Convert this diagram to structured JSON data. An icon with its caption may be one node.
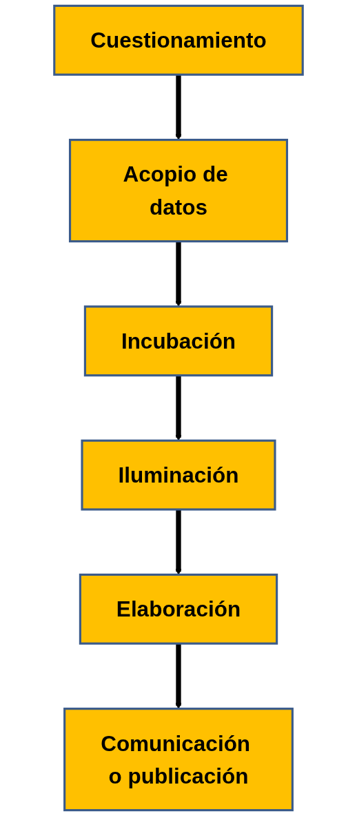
{
  "diagram": {
    "nodes": [
      {
        "text": [
          "Cuestionamiento"
        ]
      },
      {
        "text": [
          "Acopio de datos"
        ]
      },
      {
        "text": [
          "Incubación"
        ]
      },
      {
        "text": [
          "Iluminación"
        ]
      },
      {
        "text": [
          "Elaboración"
        ]
      },
      {
        "text": [
          "Comunicación o publicación"
        ]
      }
    ],
    "edges": [
      {
        "from": 0,
        "to": 1,
        "arrow": "to"
      },
      {
        "from": 1,
        "to": 2,
        "arrow": "to"
      },
      {
        "from": 2,
        "to": 3,
        "arrow": "to"
      },
      {
        "from": 3,
        "to": 4,
        "arrow": "to"
      },
      {
        "from": 4,
        "to": 5,
        "arrow": "to"
      }
    ]
  }
}
